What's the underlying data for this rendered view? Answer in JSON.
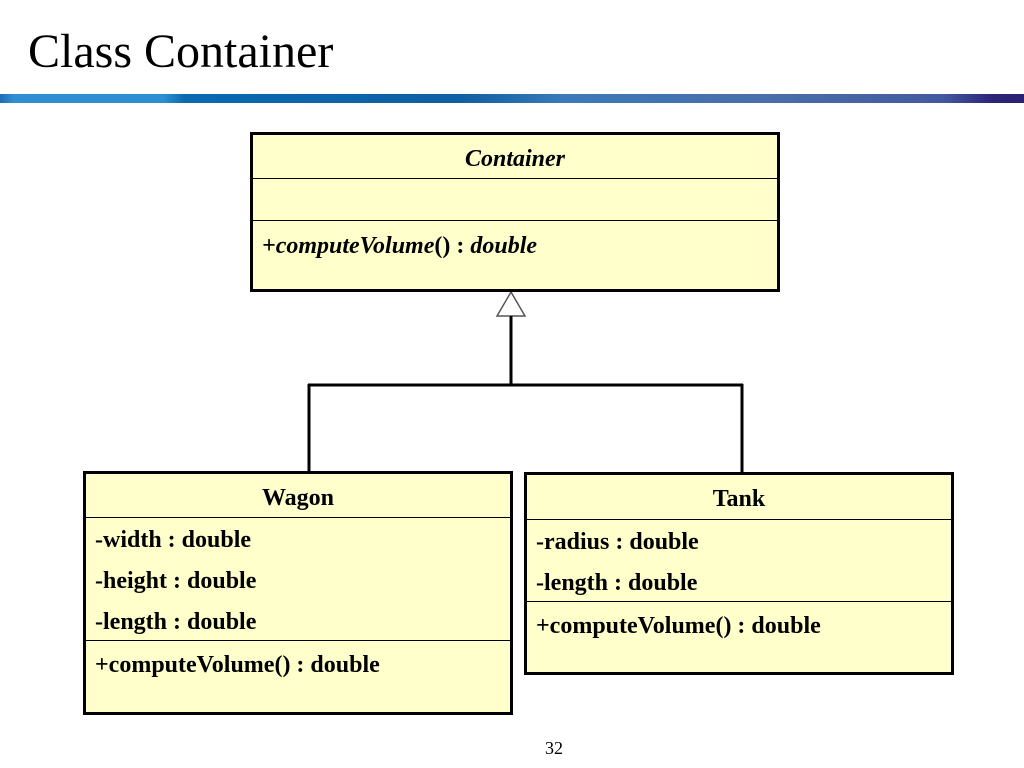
{
  "slide": {
    "title": "Class Container",
    "page_number": "32",
    "accent_colors": {
      "title_bar_start": "#2f8fd0",
      "title_bar_mid": "#0e5fa3",
      "title_bar_end": "#2a2270",
      "class_fill": "#ffffcc"
    }
  },
  "diagram": {
    "type": "UML class diagram",
    "relationship": "generalization",
    "classes": {
      "container": {
        "name": "Container",
        "abstract": true,
        "attributes": [],
        "operations": [
          {
            "visibility": "+",
            "name": "computeVolume",
            "params": "()",
            "sep": " : ",
            "type": "double"
          }
        ]
      },
      "wagon": {
        "name": "Wagon",
        "attributes": [
          "-width : double",
          "-height : double",
          "-length : double"
        ],
        "operations": [
          "+computeVolume() : double"
        ]
      },
      "tank": {
        "name": "Tank",
        "attributes": [
          "-radius : double",
          "-length : double"
        ],
        "operations": [
          "+computeVolume() : double"
        ]
      }
    },
    "edges": [
      {
        "from": "Wagon",
        "to": "Container",
        "kind": "inheritance"
      },
      {
        "from": "Tank",
        "to": "Container",
        "kind": "inheritance"
      }
    ]
  }
}
